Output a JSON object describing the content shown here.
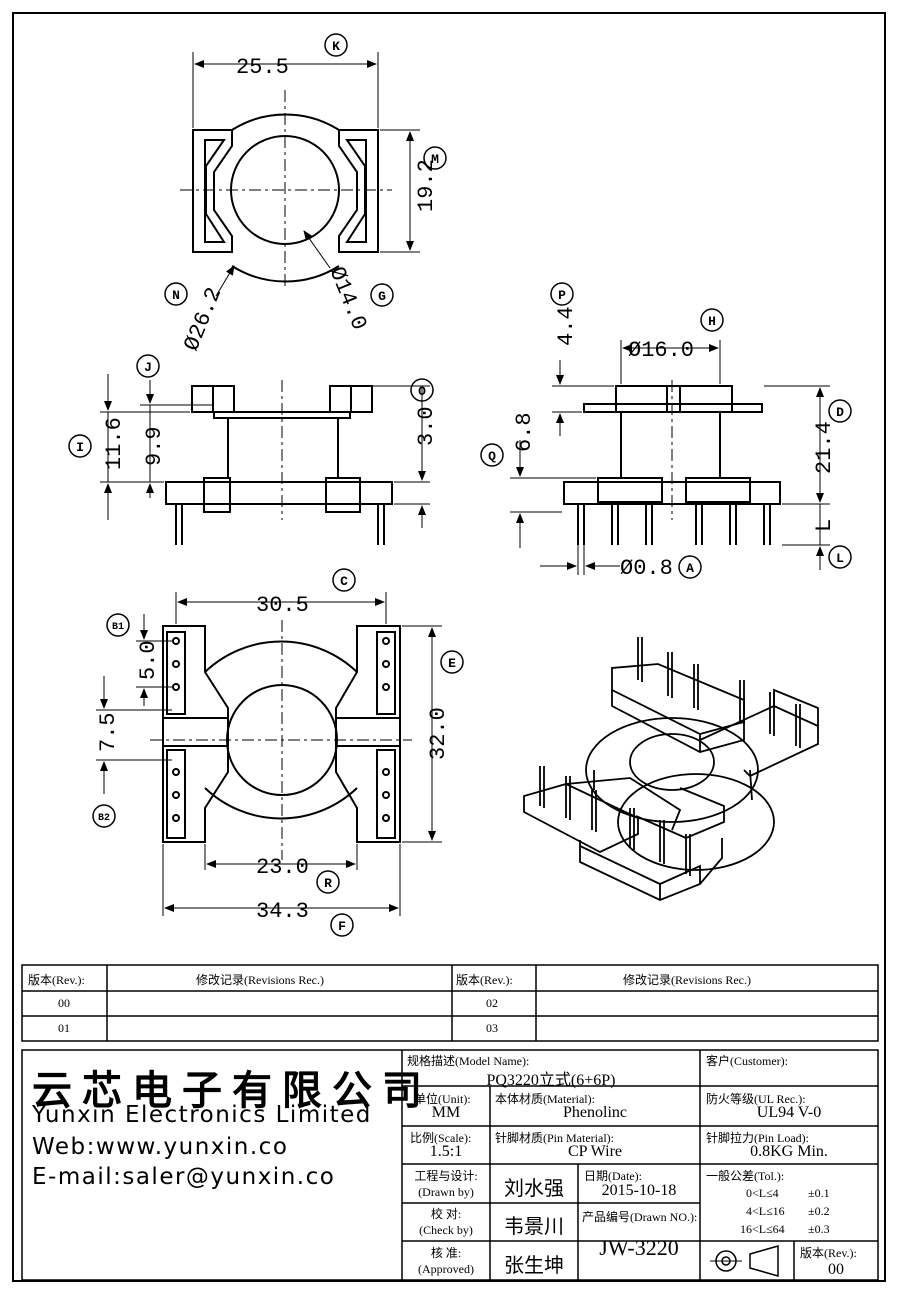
{
  "drawing": {
    "dims": {
      "k": "25.5",
      "m": "19.2",
      "n": "Ø26.2",
      "g": "Ø14.0",
      "j": "9.9",
      "i": "11.6",
      "o": "3.0",
      "p": "4.4",
      "h": "Ø16.0",
      "q": "6.8",
      "d": "21.4",
      "l": "L",
      "a": "Ø0.8",
      "c": "30.5",
      "b1": "5.0",
      "b2": "7.5",
      "e": "32.0",
      "r": "23.0",
      "f": "34.3"
    },
    "markers": {
      "k": "K",
      "m": "M",
      "n": "N",
      "g": "G",
      "j": "J",
      "i": "I",
      "o": "O",
      "p": "P",
      "h": "H",
      "q": "Q",
      "d": "D",
      "l": "L",
      "a": "A",
      "c": "C",
      "b1": "B1",
      "b2": "B2",
      "e": "E",
      "r": "R",
      "f": "F"
    }
  },
  "revisions": {
    "header_rev": "版本(Rev.):",
    "header_rec": "修改记录(Revisions Rec.)",
    "left_rows": [
      "00",
      "01"
    ],
    "right_rows": [
      "02",
      "03"
    ]
  },
  "company": {
    "name_cn": "云芯电子有限公司",
    "name_en": "Yunxin Electronics Limited",
    "web": "Web:www.yunxin.co",
    "email": "E-mail:saler@yunxin.co"
  },
  "title_block": {
    "model_label": "规格描述(Model Name):",
    "model_value": "PQ3220立式(6+6P)",
    "customer_label": "客户(Customer):",
    "customer_value": "",
    "unit_label": "单位(Unit):",
    "unit_value": "MM",
    "material_label": "本体材质(Material):",
    "material_value": "Phenolinc",
    "ul_label": "防火等级(UL Rec.):",
    "ul_value": "UL94 V-0",
    "scale_label": "比例(Scale):",
    "scale_value": "1.5:1",
    "pin_material_label": "针脚材质(Pin Material):",
    "pin_material_value": "CP Wire",
    "pin_load_label": "针脚拉力(Pin Load):",
    "pin_load_value": "0.8KG Min.",
    "drawn_label_cn": "工程与设计:",
    "drawn_label_en": "(Drawn by)",
    "drawn_value": "刘水强",
    "date_label": "日期(Date):",
    "date_value": "2015-10-18",
    "tol_label": "一般公差(Tol.):",
    "tol_rows": [
      {
        "range": "0<L≤4",
        "tol": "±0.1"
      },
      {
        "range": "4<L≤16",
        "tol": "±0.2"
      },
      {
        "range": "16<L≤64",
        "tol": "±0.3"
      }
    ],
    "check_label_cn": "校  对:",
    "check_label_en": "(Check by)",
    "check_value": "韦景川",
    "drawn_no_label": "产品编号(Drawn NO.):",
    "drawn_no_value": "JW-3220",
    "approve_label_cn": "核  准:",
    "approve_label_en": "(Approved)",
    "approve_value": "张生坤",
    "rev_label": "版本(Rev.):",
    "rev_value": "00"
  }
}
